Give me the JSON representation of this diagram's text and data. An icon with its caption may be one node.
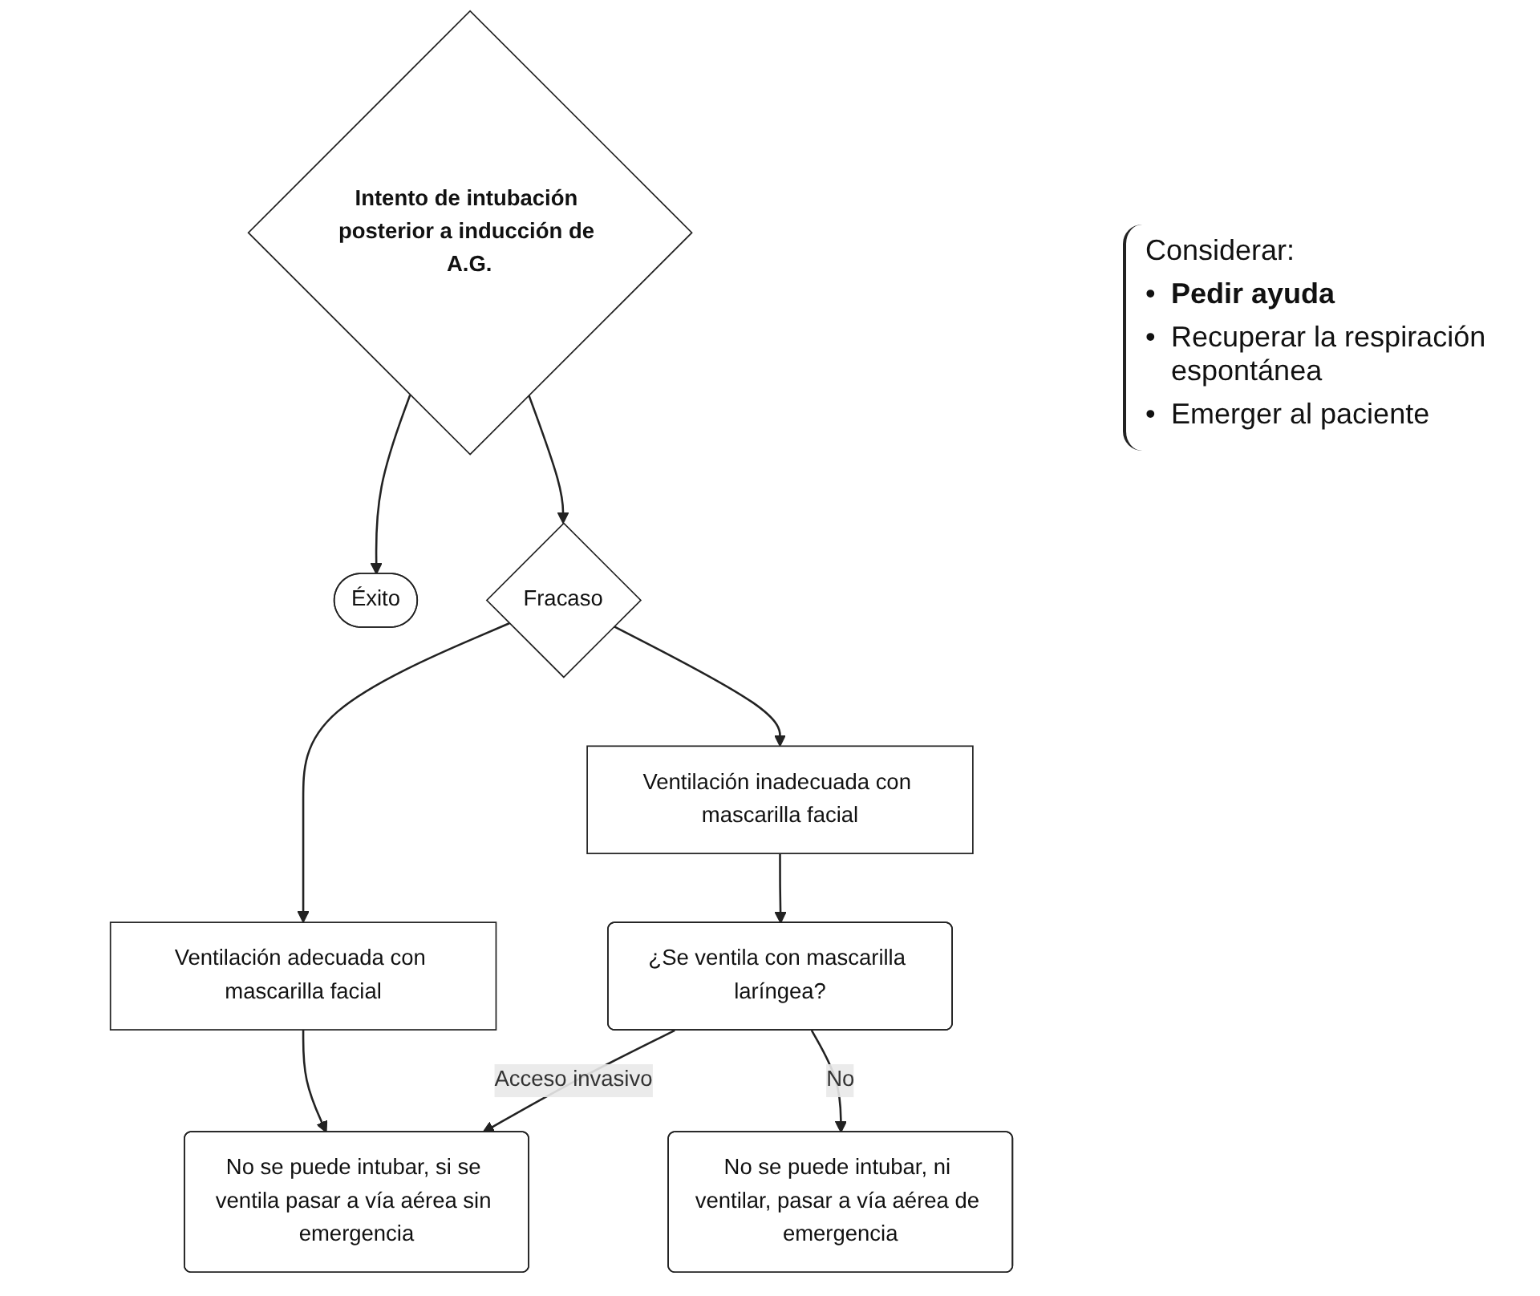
{
  "diagram": {
    "nodes": [
      {
        "text": [
          "Intento de intubación posterior a inducción de A.G."
        ]
      },
      {
        "text": [
          "Éxito"
        ]
      },
      {
        "text": [
          "Fracaso"
        ]
      },
      {
        "text": [
          "Ventilación adecuada con mascarilla facial"
        ]
      },
      {
        "text": [
          "Ventilación inadecuada con mascarilla facial"
        ]
      },
      {
        "text": [
          "¿Se ventila con mascarilla laríngea?"
        ]
      },
      {
        "text": [
          "No se puede intubar, si se ventila pasar a vía aérea sin emergencia"
        ]
      },
      {
        "text": [
          "No se puede intubar, ni ventilar, pasar a vía aérea de emergencia"
        ]
      }
    ],
    "edges": [
      {
        "from": 0,
        "to": 1,
        "arrow": "to"
      },
      {
        "from": 0,
        "to": 2,
        "arrow": "to"
      },
      {
        "from": 2,
        "to": 3,
        "arrow": "to"
      },
      {
        "from": 2,
        "to": 4,
        "arrow": "to"
      },
      {
        "from": 3,
        "to": 6,
        "arrow": "to"
      },
      {
        "from": 4,
        "to": 5,
        "arrow": "to"
      },
      {
        "from": 5,
        "to": 6,
        "arrow": "to",
        "label": "Acceso invasivo"
      },
      {
        "from": 5,
        "to": 7,
        "arrow": "to",
        "label": "No"
      }
    ],
    "labels": [
      "Considerar:",
      "•",
      "Pedir ayuda",
      "•",
      "Recuperar la respiración espontánea",
      "•",
      "Emerger al paciente"
    ]
  }
}
